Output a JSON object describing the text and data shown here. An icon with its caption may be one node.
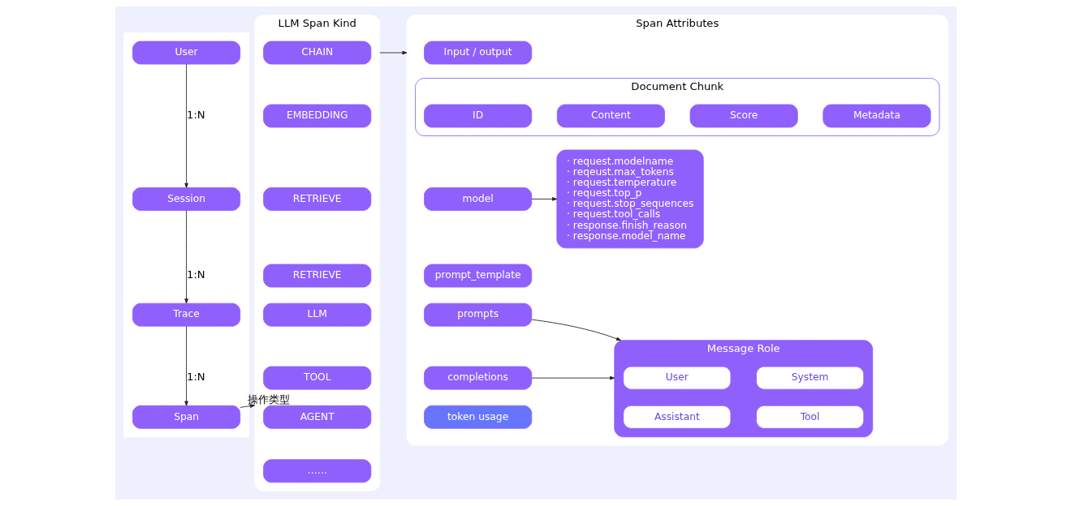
{
  "diagram": {
    "nodes": [
      {
        "text": [],
        "shape": "box"
      },
      {
        "text": [
          "User"
        ],
        "in": 0
      },
      {
        "text": [
          "Session"
        ],
        "in": 0
      },
      {
        "text": [
          "Trace"
        ],
        "in": 0
      },
      {
        "text": [
          "Span"
        ],
        "in": 0
      },
      {
        "text": [
          "LLM Span Kind"
        ]
      },
      {
        "text": [
          "CHAIN"
        ],
        "in": 5
      },
      {
        "text": [
          "EMBEDDING"
        ],
        "in": 5
      },
      {
        "text": [
          "RETRIEVE"
        ],
        "in": 5
      },
      {
        "text": [
          "RETRIEVE"
        ],
        "in": 5
      },
      {
        "text": [
          "LLM"
        ],
        "in": 5
      },
      {
        "text": [
          "TOOL"
        ],
        "in": 5
      },
      {
        "text": [
          "AGENT"
        ],
        "in": 5
      },
      {
        "text": [
          "……"
        ],
        "in": 5
      },
      {
        "text": [
          "Span Attributes"
        ]
      },
      {
        "text": [
          "Input / output"
        ],
        "in": 14
      },
      {
        "text": [
          "Document Chunk"
        ],
        "in": 14
      },
      {
        "text": [
          "ID"
        ],
        "in": 16
      },
      {
        "text": [
          "Content"
        ],
        "in": 16
      },
      {
        "text": [
          "Score"
        ],
        "in": 16
      },
      {
        "text": [
          "Metadata"
        ],
        "in": 16
      },
      {
        "text": [
          "model"
        ],
        "in": 14
      },
      {
        "text": [
          "prompt_template"
        ],
        "in": 14
      },
      {
        "text": [
          "prompts"
        ],
        "in": 14
      },
      {
        "text": [
          "completions"
        ],
        "in": 14
      },
      {
        "text": [
          "token usage"
        ],
        "in": 14
      },
      {
        "text": [
          "· request.modelname",
          "· reqeust.max_tokens",
          "· request.temperature",
          "· request.top_p",
          "· request.stop_sequences",
          "· request.tool_calls",
          "· response.finish_reason",
          "· response.model_name"
        ],
        "in": 14
      },
      {
        "text": [
          "Message Role"
        ],
        "in": 14
      },
      {
        "text": [
          "User"
        ],
        "in": 27
      },
      {
        "text": [
          "System"
        ],
        "in": 27
      },
      {
        "text": [
          "Assistant"
        ],
        "in": 27
      },
      {
        "text": [
          "Tool"
        ],
        "in": 27
      }
    ],
    "edges": [
      {
        "from": 1,
        "to": 2,
        "arrow": "to",
        "label": "1:N"
      },
      {
        "from": 2,
        "to": 3,
        "arrow": "to",
        "label": "1:N"
      },
      {
        "from": 3,
        "to": 4,
        "arrow": "to",
        "label": "1:N"
      },
      {
        "from": 4,
        "to": 5,
        "arrow": "to",
        "label": "操作类型"
      },
      {
        "from": 5,
        "to": 14,
        "arrow": "to"
      },
      {
        "from": 21,
        "to": 26,
        "arrow": "to"
      },
      {
        "from": 23,
        "to": 27,
        "arrow": "to"
      },
      {
        "from": 24,
        "to": 27,
        "arrow": "to"
      }
    ]
  }
}
